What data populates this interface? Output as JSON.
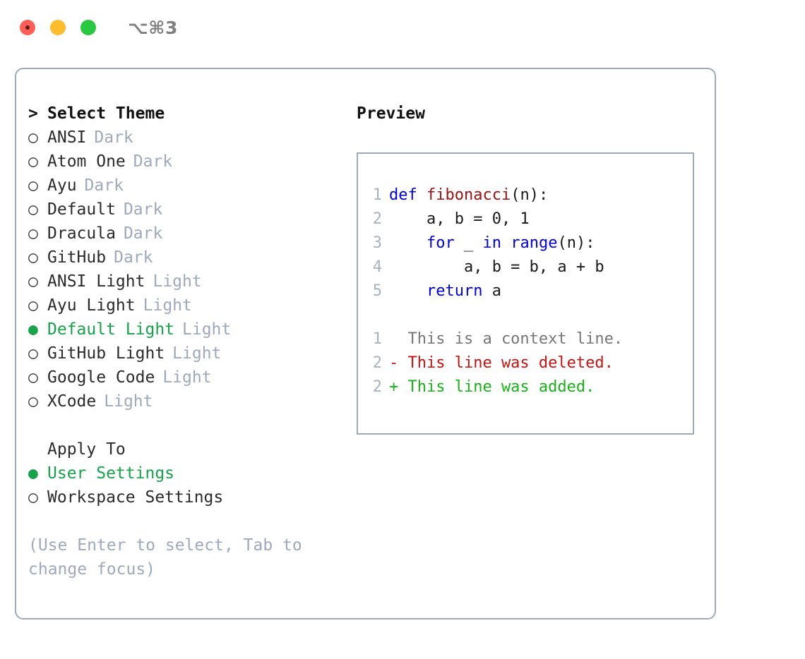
{
  "titlebar": {
    "shortcut": "⌥⌘3",
    "buttons": [
      "close",
      "minimize",
      "maximize"
    ]
  },
  "theme_picker": {
    "header_marker": ">",
    "header": "Select Theme",
    "marker_selected": "●",
    "marker_unselected": "○",
    "items": [
      {
        "name": "ANSI",
        "tag": "Dark",
        "selected": false
      },
      {
        "name": "Atom One",
        "tag": "Dark",
        "selected": false
      },
      {
        "name": "Ayu",
        "tag": "Dark",
        "selected": false
      },
      {
        "name": "Default",
        "tag": "Dark",
        "selected": false
      },
      {
        "name": "Dracula",
        "tag": "Dark",
        "selected": false
      },
      {
        "name": "GitHub",
        "tag": "Dark",
        "selected": false
      },
      {
        "name": "ANSI Light",
        "tag": "Light",
        "selected": false
      },
      {
        "name": "Ayu Light",
        "tag": "Light",
        "selected": false
      },
      {
        "name": "Default Light",
        "tag": "Light",
        "selected": true
      },
      {
        "name": "GitHub Light",
        "tag": "Light",
        "selected": false
      },
      {
        "name": "Google Code",
        "tag": "Light",
        "selected": false
      },
      {
        "name": "XCode",
        "tag": "Light",
        "selected": false
      }
    ]
  },
  "apply_to": {
    "header": "Apply To",
    "items": [
      {
        "name": "User Settings",
        "selected": true
      },
      {
        "name": "Workspace Settings",
        "selected": false
      }
    ]
  },
  "hint": "(Use Enter to select, Tab to change focus)",
  "preview": {
    "title": "Preview",
    "code": [
      {
        "lineno": "1",
        "segments": [
          {
            "t": "def ",
            "c": "kw"
          },
          {
            "t": "fibonacci",
            "c": "fn"
          },
          {
            "t": "(n):",
            "c": "code-text"
          }
        ]
      },
      {
        "lineno": "2",
        "segments": [
          {
            "t": "    a, b = 0, 1",
            "c": "code-text"
          }
        ]
      },
      {
        "lineno": "3",
        "segments": [
          {
            "t": "    ",
            "c": "code-text"
          },
          {
            "t": "for",
            "c": "kw"
          },
          {
            "t": " _ ",
            "c": "code-text"
          },
          {
            "t": "in",
            "c": "kw"
          },
          {
            "t": " ",
            "c": "code-text"
          },
          {
            "t": "range",
            "c": "kw"
          },
          {
            "t": "(n):",
            "c": "code-text"
          }
        ]
      },
      {
        "lineno": "4",
        "segments": [
          {
            "t": "        a, b = b, a + b",
            "c": "code-text"
          }
        ]
      },
      {
        "lineno": "5",
        "segments": [
          {
            "t": "    ",
            "c": "code-text"
          },
          {
            "t": "return",
            "c": "kw"
          },
          {
            "t": " a",
            "c": "code-text"
          }
        ]
      }
    ],
    "diff": [
      {
        "lineno": "1",
        "text": "  This is a context line.",
        "kind": "ctx"
      },
      {
        "lineno": "2",
        "text": "- This line was deleted.",
        "kind": "del"
      },
      {
        "lineno": "2",
        "text": "+ This line was added.",
        "kind": "add"
      }
    ]
  },
  "colors": {
    "accent_green": "#16a34a",
    "muted": "#9fa9bb",
    "border": "#9fa9b7",
    "keyword": "#0000ee",
    "function": "#a11111",
    "diff_deleted": "#cc1111",
    "diff_added": "#17b317",
    "dot_red": "#ff5f57",
    "dot_yellow": "#ffbd2e",
    "dot_green": "#28c840"
  }
}
